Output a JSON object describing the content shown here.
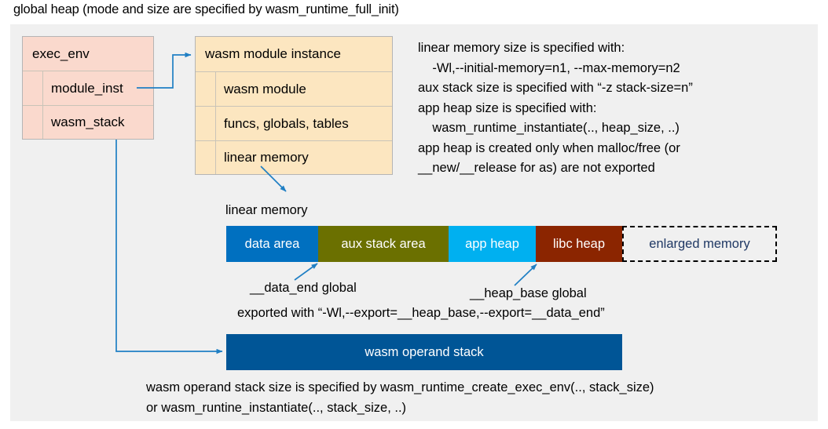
{
  "title": "global heap (mode and size are specified by wasm_runtime_full_init)",
  "colors": {
    "panel_bg": "#f0f0f0",
    "exec_env_fill": "#fad9cd",
    "module_inst_fill": "#fce6c0",
    "arrow": "#1f7fc4",
    "data_area": "#0070c0",
    "aux_stack_area": "#6b7000",
    "app_heap": "#00b0f0",
    "libc_heap": "#8b2500",
    "enlarged_memory_text": "#1f3864",
    "operand_stack": "#005596"
  },
  "exec_env": {
    "header": "exec_env",
    "fields": [
      {
        "label": "module_inst"
      },
      {
        "label": "wasm_stack"
      }
    ]
  },
  "module_instance": {
    "header": "wasm module instance",
    "fields": [
      {
        "label": "wasm module"
      },
      {
        "label": "funcs, globals, tables"
      },
      {
        "label": "linear memory"
      }
    ]
  },
  "notes": {
    "right_block": "linear memory size is specified with:\n    -Wl,--initial-memory=n1, --max-memory=n2\naux stack size is specified with “-z stack-size=n”\napp heap size is specified with:\n    wasm_runtime_instantiate(.., heap_size, ..)\napp heap is created only when malloc/free (or\n__new/__release for as) are not exported",
    "bottom_block": "wasm operand stack size is specified by wasm_runtime_create_exec_env(.., stack_size)\nor wasm_runtine_instantiate(.., stack_size, ..)"
  },
  "linear_memory": {
    "caption": "linear memory",
    "segments": [
      {
        "label": "data area",
        "color": "#0070c0",
        "width": 117,
        "text_color": "#ffffff"
      },
      {
        "label": "aux stack area",
        "color": "#6b7000",
        "width": 166,
        "text_color": "#ffffff"
      },
      {
        "label": "app heap",
        "color": "#00b0f0",
        "width": 111,
        "text_color": "#ffffff"
      },
      {
        "label": "libc heap",
        "color": "#8b2500",
        "width": 110,
        "text_color": "#ffffff"
      },
      {
        "label": "enlarged memory",
        "color": "#f0f0f0",
        "width": 197,
        "text_color": "#1f3864"
      }
    ]
  },
  "annotations": {
    "data_end": "__data_end global",
    "heap_base": "__heap_base global",
    "exported_with": "exported with “-Wl,--export=__heap_base,--export=__data_end”"
  },
  "operand_stack": {
    "label": "wasm operand stack"
  }
}
